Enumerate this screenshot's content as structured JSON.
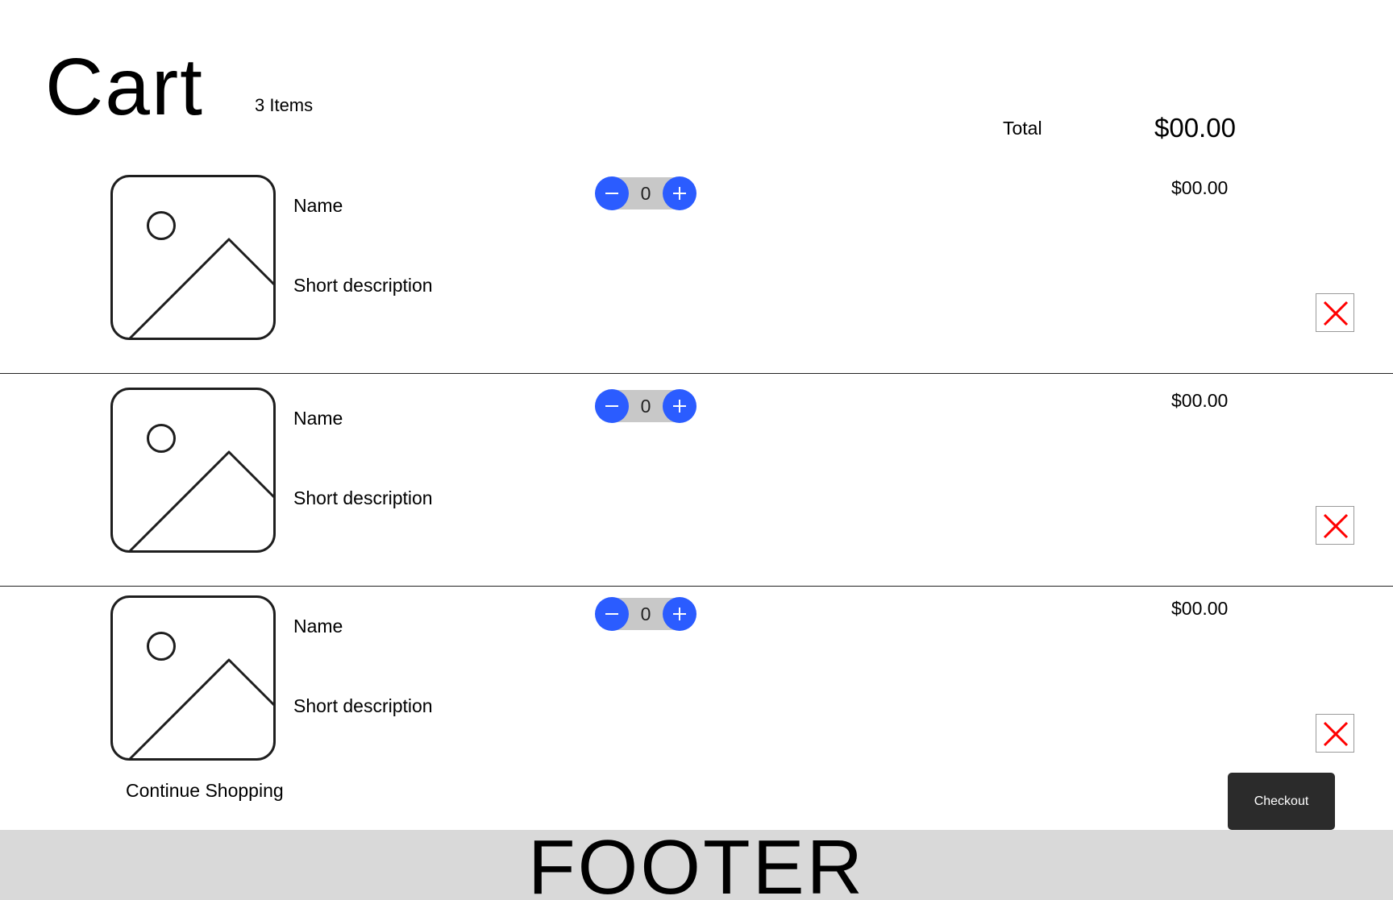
{
  "header": {
    "title": "Cart",
    "item_count": "3 Items",
    "total_label": "Total",
    "total_value": "$00.00"
  },
  "items": [
    {
      "name": "Name",
      "description": "Short description",
      "quantity": "0",
      "price": "$00.00",
      "image_icon": "image-placeholder-icon"
    },
    {
      "name": "Name",
      "description": "Short description",
      "quantity": "0",
      "price": "$00.00",
      "image_icon": "image-placeholder-icon"
    },
    {
      "name": "Name",
      "description": "Short description",
      "quantity": "0",
      "price": "$00.00",
      "image_icon": "image-placeholder-icon"
    }
  ],
  "actions": {
    "continue_label": "Continue Shopping",
    "checkout_label": "Checkout"
  },
  "footer": {
    "label": "FOOTER"
  },
  "colors": {
    "accent": "#2b5cff",
    "remove": "#ff0000",
    "checkout_bg": "#2b2b2b",
    "footer_bg": "#d9d9d9",
    "stepper_track": "#c8c8c8"
  }
}
